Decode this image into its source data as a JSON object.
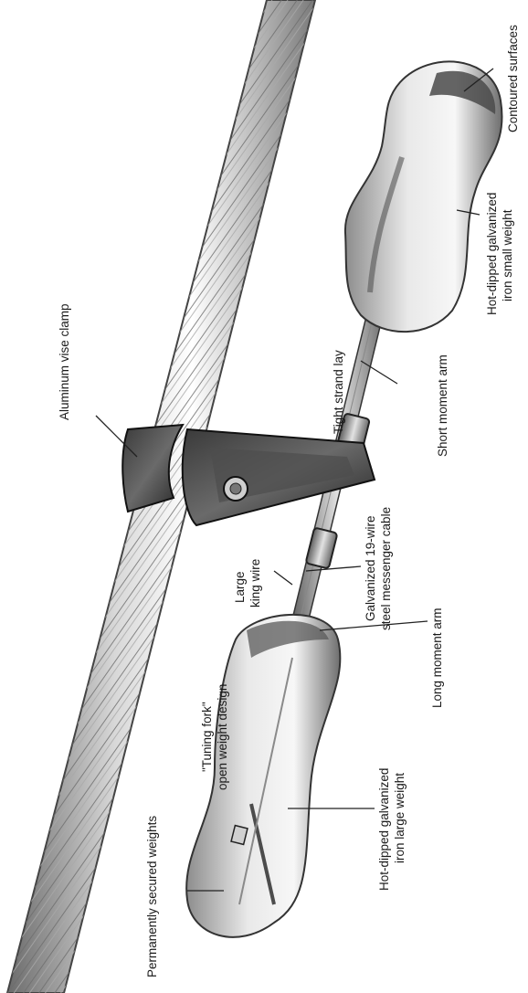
{
  "labels": {
    "contoured_surfaces": "Contoured surfaces",
    "small_weight_l1": "Hot-dipped galvanized",
    "small_weight_l2": "iron small weight",
    "short_moment_arm": "Short moment arm",
    "tight_strand_lay": "Tight strand lay",
    "aluminum_vise_clamp": "Aluminum vise clamp",
    "messenger_cable_l1": "Galvanized 19-wire",
    "messenger_cable_l2": "steel messenger cable",
    "king_wire_l1": "Large",
    "king_wire_l2": "king wire",
    "long_moment_arm": "Long moment arm",
    "tuning_fork_l1": "\"Tuning fork\"",
    "tuning_fork_l2": "open weight design",
    "large_weight_l1": "Hot-dipped galvanized",
    "large_weight_l2": "iron large weight",
    "permanently_secured": "Permanently secured weights"
  }
}
